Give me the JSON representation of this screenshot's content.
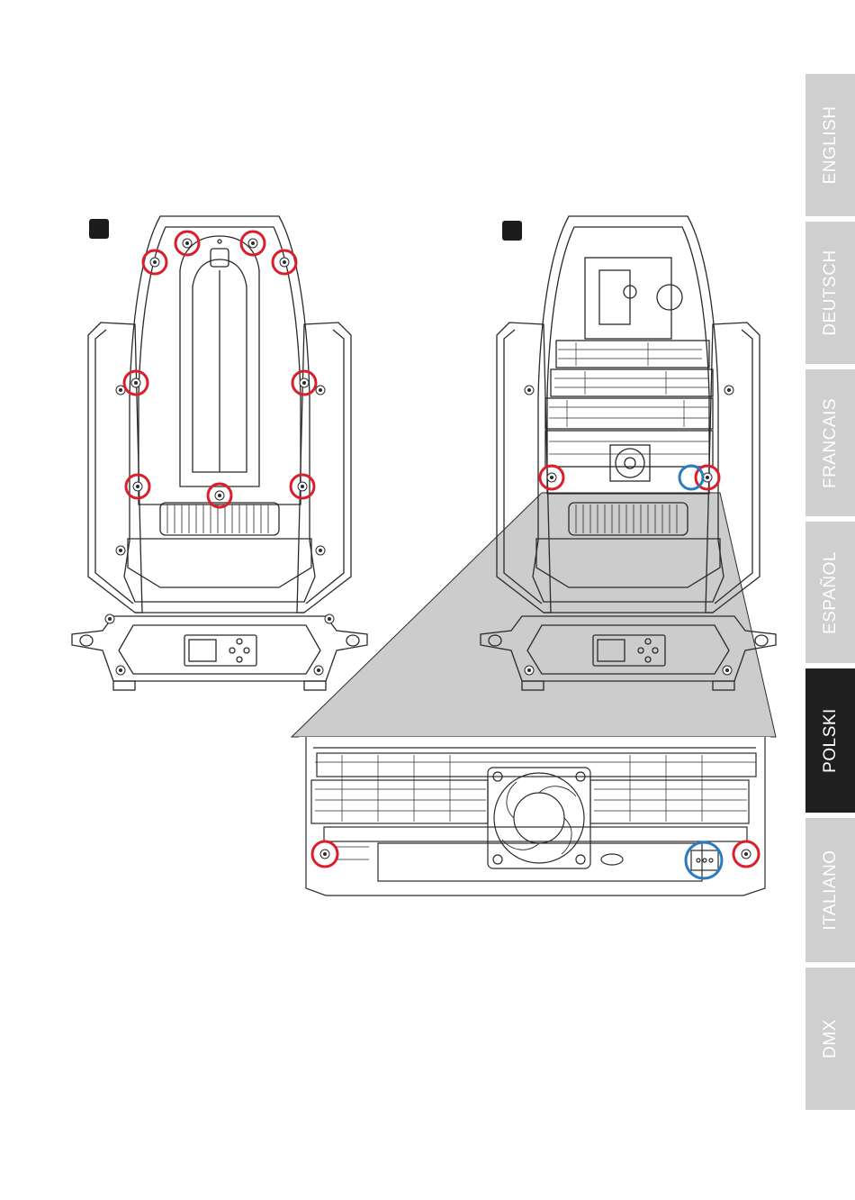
{
  "language_tabs": [
    {
      "label": "ENGLISH",
      "active": false
    },
    {
      "label": "DEUTSCH",
      "active": false
    },
    {
      "label": "FRANCAIS",
      "active": false
    },
    {
      "label": "ESPAÑOL",
      "active": false
    },
    {
      "label": "POLSKI",
      "active": true
    },
    {
      "label": "ITALIANO",
      "active": false
    },
    {
      "label": "DMX",
      "active": false
    }
  ],
  "colors": {
    "tab_inactive": "#cfcfcf",
    "tab_active": "#1f1f1f",
    "screw_marker": "#d9202a",
    "connector_marker": "#2b7bc0",
    "line_art": "#2a2a2a"
  },
  "figures": [
    {
      "name": "fixture-back-cover",
      "screws_marked": 9
    },
    {
      "name": "fixture-cover-removed",
      "screws_marked": 2,
      "connectors_marked": 1
    },
    {
      "name": "detail-zoom",
      "screws_marked": 2,
      "connectors_marked": 1
    }
  ]
}
